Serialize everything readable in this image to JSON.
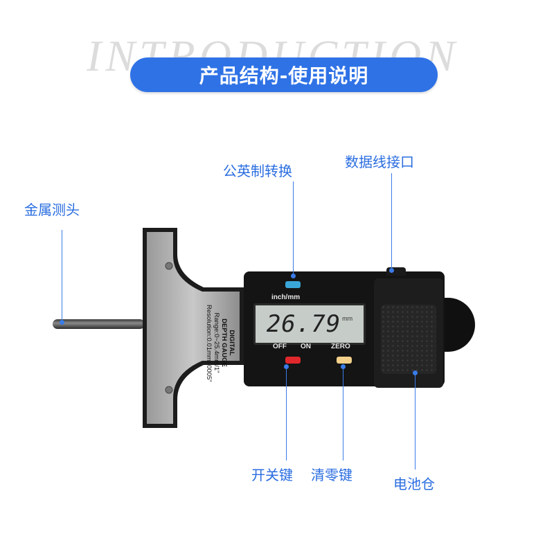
{
  "header": {
    "watermark": "INTRODUCTION",
    "title": "产品结构-使用说明"
  },
  "callouts": {
    "probe": "金属测头",
    "unit_switch": "公英制转换",
    "data_port": "数据线接口",
    "power_key": "开关键",
    "zero_key": "清零键",
    "battery": "电池仓"
  },
  "device": {
    "plate_lines": [
      "DIGITAL",
      "DEPTH GAUGE",
      "Range:0~25.4mm/1\"",
      "Resolution:0.01mm/.0005\""
    ],
    "mode_label": "inch/mm",
    "display_value": "26.79",
    "display_unit": "mm",
    "off_label": "OFF",
    "on_label": "ON",
    "zero_label": "ZERO",
    "colors": {
      "accent": "#2f72e6",
      "unit_button": "#3aa6d8",
      "power_button": "#e0282c",
      "zero_button": "#f2d08a"
    }
  }
}
